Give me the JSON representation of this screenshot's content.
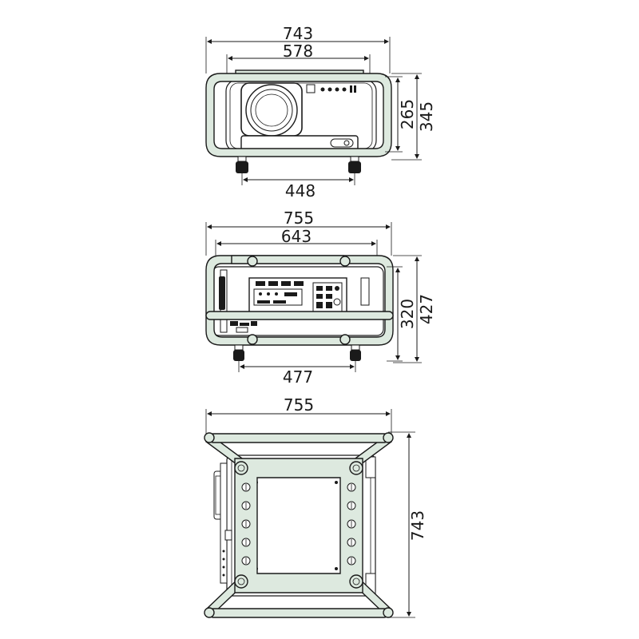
{
  "front_view": {
    "overall_width": "743",
    "inner_width": "578",
    "foot_spacing": "448",
    "body_height": "265",
    "overall_height": "345"
  },
  "rear_view": {
    "overall_width": "755",
    "inner_width": "643",
    "foot_spacing": "477",
    "body_height": "320",
    "overall_height": "427"
  },
  "top_view": {
    "overall_width": "755",
    "overall_depth": "743"
  },
  "colors": {
    "frame": "#dde9df",
    "line": "#1a1a1a"
  }
}
